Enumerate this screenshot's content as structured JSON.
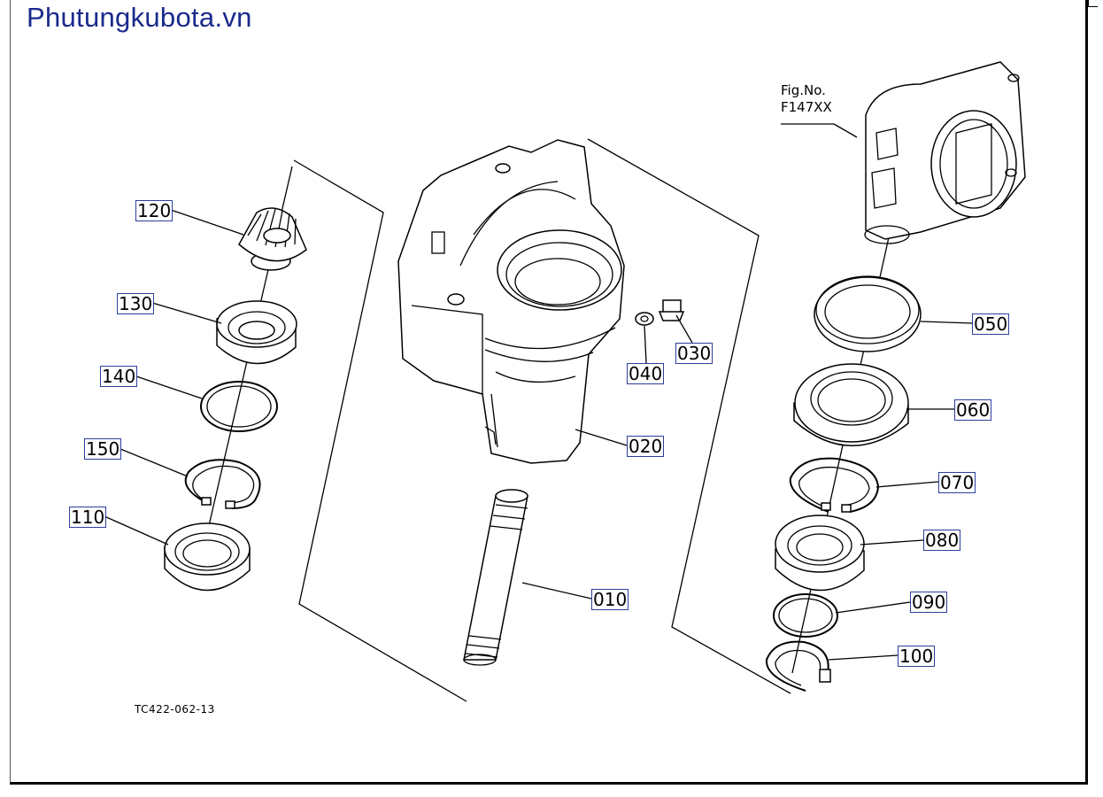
{
  "site_title": "Phutungkubota.vn",
  "figure_ref": {
    "line1": "Fig.No.",
    "line2": "F147XX"
  },
  "drawing_number": "TC422-062-13",
  "accent_color": "#2c3f9c",
  "parts": [
    {
      "id": "010"
    },
    {
      "id": "020"
    },
    {
      "id": "030"
    },
    {
      "id": "040"
    },
    {
      "id": "050"
    },
    {
      "id": "060"
    },
    {
      "id": "070"
    },
    {
      "id": "080"
    },
    {
      "id": "090"
    },
    {
      "id": "100"
    },
    {
      "id": "110"
    },
    {
      "id": "120"
    },
    {
      "id": "130"
    },
    {
      "id": "140"
    },
    {
      "id": "150"
    }
  ]
}
